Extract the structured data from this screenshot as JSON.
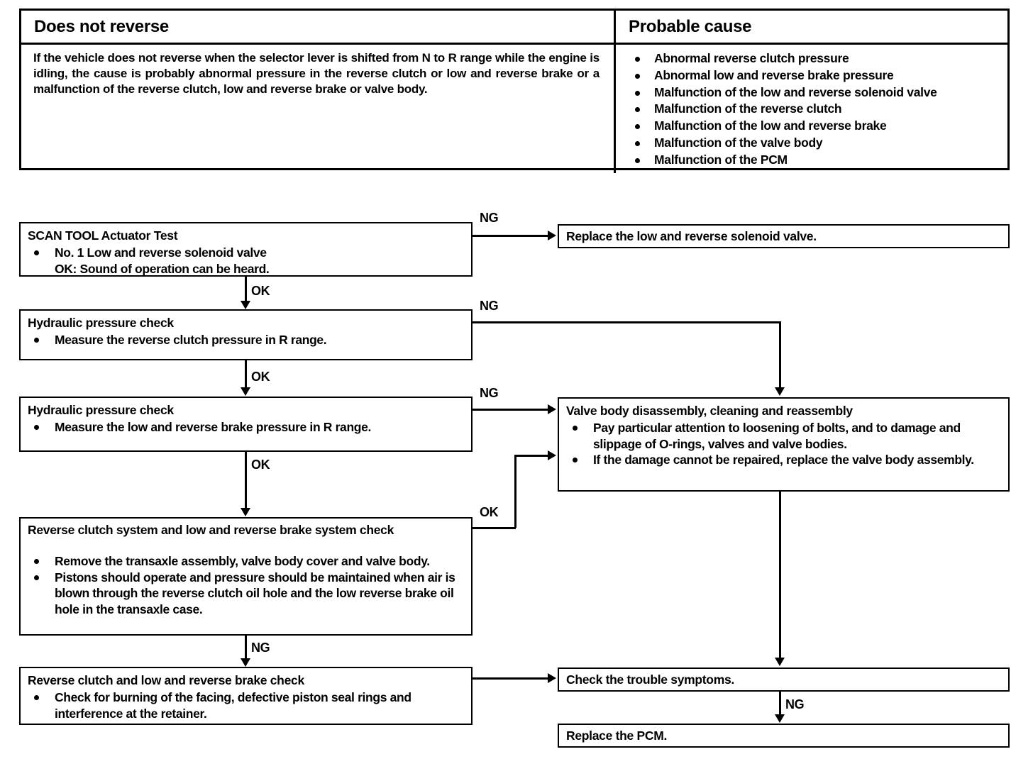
{
  "symptom_table": {
    "headers": {
      "symptom": "Does not reverse",
      "cause": "Probable cause"
    },
    "description": "If the vehicle does not reverse when the selector lever is shifted from N to R range while the engine is idling, the cause is probably abnormal pressure in the reverse clutch or low and reverse brake or a malfunction of the reverse clutch, low and reverse brake or valve body.",
    "causes": [
      "Abnormal reverse clutch pressure",
      "Abnormal low and reverse brake pressure",
      "Malfunction of the low and reverse solenoid valve",
      "Malfunction of the reverse clutch",
      "Malfunction of the low and reverse brake",
      "Malfunction of the valve body",
      "Malfunction of the PCM"
    ]
  },
  "flowchart": {
    "nodes": {
      "scan_tool": {
        "title": "SCAN TOOL Actuator Test",
        "bullets": [
          "No. 1 Low and reverse solenoid valve"
        ],
        "ok_note": "OK:  Sound of operation can be heard."
      },
      "replace_solenoid": {
        "title": "Replace the low and reverse solenoid valve."
      },
      "hyd_check_1": {
        "title": "Hydraulic pressure check",
        "bullets": [
          "Measure the reverse clutch pressure in R range."
        ]
      },
      "hyd_check_2": {
        "title": "Hydraulic pressure check",
        "bullets": [
          "Measure the low and reverse brake pressure in R range."
        ]
      },
      "valve_body": {
        "title": "Valve body disassembly, cleaning and reassembly",
        "bullets": [
          "Pay particular attention to loosening of bolts, and to damage and slippage of O-rings, valves and valve bodies.",
          "If the damage cannot be repaired, replace the valve body assembly."
        ]
      },
      "system_check": {
        "title": "Reverse clutch system and low and reverse brake system check",
        "bullets": [
          "Remove the transaxle assembly, valve body cover and valve body.",
          "Pistons should operate and pressure should be maintained when air is blown through the reverse clutch oil hole and the low reverse brake oil hole in the transaxle case."
        ]
      },
      "clutch_brake_check": {
        "title": "Reverse clutch and low and reverse brake check",
        "bullets": [
          "Check for burning of the facing, defective piston seal rings and interference at the retainer."
        ]
      },
      "trouble_symptoms": {
        "title": "Check the trouble symptoms."
      },
      "replace_pcm": {
        "title": "Replace the PCM."
      }
    },
    "edge_labels": {
      "scan_ng": "NG",
      "scan_ok": "OK",
      "hyd1_ng": "NG",
      "hyd1_ok": "OK",
      "hyd2_ng": "NG",
      "hyd2_ok": "OK",
      "system_ok": "OK",
      "system_ng": "NG",
      "trouble_ng": "NG"
    }
  },
  "colors": {
    "line": "#000000",
    "background": "#ffffff"
  }
}
